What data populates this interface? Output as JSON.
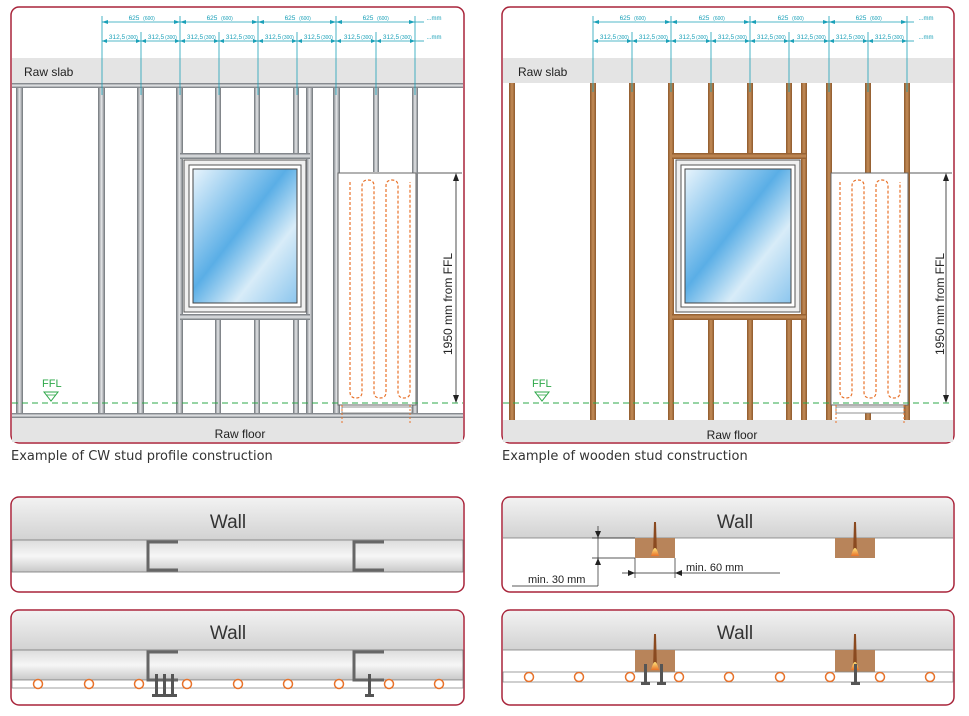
{
  "colors": {
    "frame_red": "#a8243a",
    "dim_blue": "#1aa0b8",
    "ffl_green": "#2ea84a",
    "pipe_orange": "#e8722a",
    "wood": "#a8703c",
    "wood_block": "#b8845a",
    "metal": "#9aa0a6"
  },
  "panels": {
    "cw": {
      "dim_625": [
        "625",
        "625",
        "625",
        "625"
      ],
      "dim_600": [
        "(600)",
        "(600)",
        "(600)",
        "(600)"
      ],
      "dim_3125": [
        "312,5",
        "312,5",
        "312,5",
        "312,5",
        "312,5",
        "312,5",
        "312,5",
        "312,5"
      ],
      "dim_300": [
        "(300)",
        "(300)",
        "(300)",
        "(300)",
        "(300)",
        "(300)",
        "(300)",
        "(300)"
      ],
      "dim_more": [
        "...mm",
        "...mm"
      ],
      "raw_slab": "Raw slab",
      "raw_floor": "Raw floor",
      "ffl": "FFL",
      "height_label": "1950 mm from FFL",
      "caption": "Example of CW stud profile construction"
    },
    "wood": {
      "dim_625": [
        "625",
        "625",
        "625",
        "625"
      ],
      "dim_600": [
        "(600)",
        "(600)",
        "(600)",
        "(600)"
      ],
      "dim_3125": [
        "312,5",
        "312,5",
        "312,5",
        "312,5",
        "312,5",
        "312,5",
        "312,5",
        "312,5"
      ],
      "dim_300": [
        "(300)",
        "(300)",
        "(300)",
        "(300)",
        "(300)",
        "(300)",
        "(300)",
        "(300)"
      ],
      "dim_more": [
        "...mm",
        "...mm"
      ],
      "raw_slab": "Raw slab",
      "raw_floor": "Raw floor",
      "ffl": "FFL",
      "height_label": "1950 mm from FFL",
      "caption": "Example of wooden stud construction"
    }
  },
  "sections": {
    "cw_top": {
      "wall": "Wall"
    },
    "wood_top": {
      "wall": "Wall",
      "min30": "min. 30 mm",
      "min60": "min. 60 mm"
    },
    "cw_bottom": {
      "wall": "Wall"
    },
    "wood_bottom": {
      "wall": "Wall"
    }
  }
}
